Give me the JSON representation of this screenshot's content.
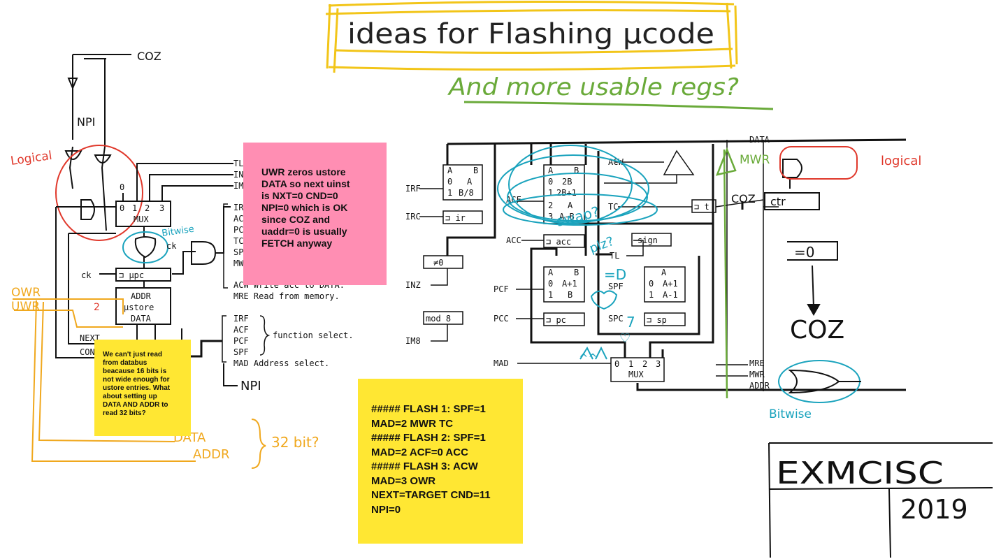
{
  "title": "ideas for Flashing µcode",
  "subtitle": "And more usable regs?",
  "wire_labels": {
    "coz_top": "COZ",
    "npi_top": "NPI",
    "logical_left": "Logical",
    "logical_right": "logical",
    "bitwise_top": "Bitwise",
    "bitwise_bottom": "Bitwise",
    "owr": "OWR",
    "uwr": "UWR",
    "two": "2",
    "data_hand": "DATA",
    "addr_hand": "ADDR",
    "bits_32": "32 bit?",
    "npi_bottom": "NPI",
    "mwr_hand": "MWR",
    "coz_hand": "COZ",
    "ctr_hand": "ctr",
    "eq_zero_hand": "=0",
    "coz_big": "COZ",
    "swap": "swap?",
    "plz": "plz?",
    "eq_d": "=D",
    "heart": "♡",
    "carets": "^^",
    "seven": "7"
  },
  "mux1": {
    "title": "MUX",
    "inputs": [
      "0",
      "1",
      "2",
      "3"
    ],
    "const": "0"
  },
  "ustore": {
    "label_addr": "ADDR",
    "label_store": "µstore",
    "label_data": "DATA"
  },
  "mpc": {
    "label": "⊐ µpc",
    "ck": "ck"
  },
  "ck_and": "ck",
  "next_labels": [
    "NEXT",
    "COND"
  ],
  "signals_top": [
    "TL",
    "IN",
    "IM"
  ],
  "signals_mid": [
    "IR",
    "AC",
    "PC",
    "TC",
    "SP",
    "MW"
  ],
  "acw_line": "ACW Write acc to DATA.",
  "mre_line": "MRE Read from memory.",
  "func_signals": [
    "IRF",
    "ACF",
    "PCF",
    "SPF"
  ],
  "func_select": "function select.",
  "mad_line": "MAD Address select.",
  "ir_block": {
    "mux_header": [
      "A",
      "B"
    ],
    "mux_rows": [
      [
        "0",
        "A"
      ],
      [
        "1",
        "B/8"
      ]
    ],
    "reg": "⊐ ir",
    "in_irf": "IRF",
    "in_irc": "IRC",
    "nz": "≠0",
    "inz": "INZ",
    "mod8": "mod 8",
    "im8": "IM8"
  },
  "acc_block": {
    "mux_header": [
      "A",
      "B"
    ],
    "mux_rows": [
      [
        "0",
        "2B"
      ],
      [
        "1",
        "2B+1"
      ],
      [
        "2",
        "A"
      ],
      [
        "3",
        "A-B"
      ]
    ],
    "reg": "⊐ acc",
    "in_acf": "ACF",
    "in_acc": "ACC",
    "acw": "ACW",
    "tc": "TC",
    "t_reg": "⊐ t",
    "sign": "sign",
    "tl": "TL"
  },
  "pc_block": {
    "mux_header": [
      "A",
      "B"
    ],
    "mux_rows": [
      [
        "0",
        "A+1"
      ],
      [
        "1",
        "B"
      ]
    ],
    "reg": "⊐ pc",
    "in_pcf": "PCF",
    "in_pcc": "PCC"
  },
  "sp_block": {
    "mux_header": [
      "A"
    ],
    "mux_rows": [
      [
        "0",
        "A+1"
      ],
      [
        "1",
        "A-1"
      ]
    ],
    "reg": "⊐ sp",
    "in_spf": "SPF",
    "in_spc": "SPC"
  },
  "mux2": {
    "title": "MUX",
    "inputs": [
      "0",
      "1",
      "2",
      "3"
    ],
    "in_mad": "MAD"
  },
  "bus_labels": {
    "data": "DATA",
    "mre": "MRE",
    "mwr": "MWR",
    "addr": "ADDR",
    "mwr_hand": "MWR"
  },
  "notes": {
    "pink": "UWR zeros ustore\nDATA so next uinst\nis NXT=0 CND=0\nNPI=0 which is OK\nsince COZ and\nuaddr=0 is usually\nFETCH anyway",
    "yellow_small": "We can't just read\nfrom databus\nbeacause 16 bits is\nnot wide enough for\nustore entries. What\nabout setting up\nDATA AND ADDR to\nread 32 bits?",
    "yellow_large": "##### FLASH 1: SPF=1\nMAD=2 MWR TC\n##### FLASH 2: SPF=1\nMAD=2 ACF=0 ACC\n##### FLASH 3: ACW\nMAD=3 OWR\nNEXT=TARGET CND=11\nNPI=0"
  },
  "title_block": {
    "name": "EXMCISC",
    "year": "2019"
  },
  "colors": {
    "ink": "#111111",
    "yellow_hl": "#f2c519",
    "green": "#6aaa3a",
    "red": "#e0382b",
    "teal": "#1aa3bd",
    "orange": "#f0a81e",
    "pink_note": "#ff8eb3",
    "yellow_note": "#ffe733"
  }
}
